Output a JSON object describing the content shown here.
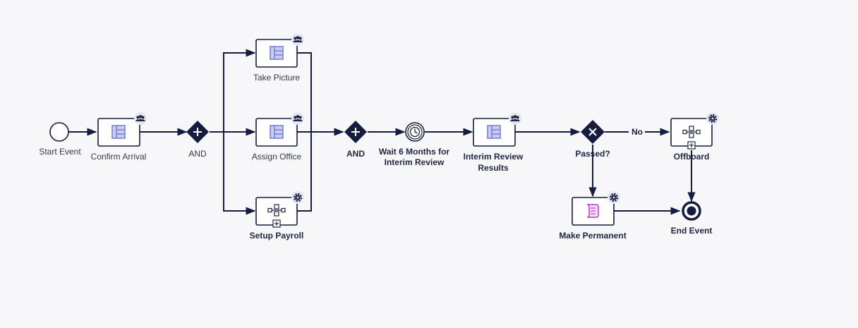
{
  "diagram": {
    "nodes": {
      "start_event": {
        "label": "Start Event"
      },
      "confirm_arrival": {
        "label": "Confirm Arrival"
      },
      "and_split": {
        "label": "AND"
      },
      "take_picture": {
        "label": "Take Picture"
      },
      "assign_office": {
        "label": "Assign Office"
      },
      "setup_payroll": {
        "label": "Setup Payroll"
      },
      "and_join": {
        "label": "AND"
      },
      "wait_timer": {
        "label_line1": "Wait 6 Months for",
        "label_line2": "Interim Review"
      },
      "interim_review": {
        "label_line1": "Interim Review",
        "label_line2": "Results"
      },
      "passed_gateway": {
        "label": "Passed?"
      },
      "offboard": {
        "label": "Offboard"
      },
      "make_permanent": {
        "label": "Make Permanent"
      },
      "end_event": {
        "label": "End Event"
      }
    },
    "edges": {
      "no_label": "No"
    },
    "icons": {
      "user_task": "user-group-icon",
      "service_task": "gear-icon",
      "form": "form-icon",
      "subprocess": "subprocess-icon",
      "script": "script-icon",
      "timer": "clock-icon"
    },
    "colors": {
      "stroke": "#161c3d",
      "form_icon": "#7b84d9",
      "script_icon": "#b23fc9",
      "badge_bg": "#e4e6f3",
      "background": "#f7f7fa"
    }
  }
}
